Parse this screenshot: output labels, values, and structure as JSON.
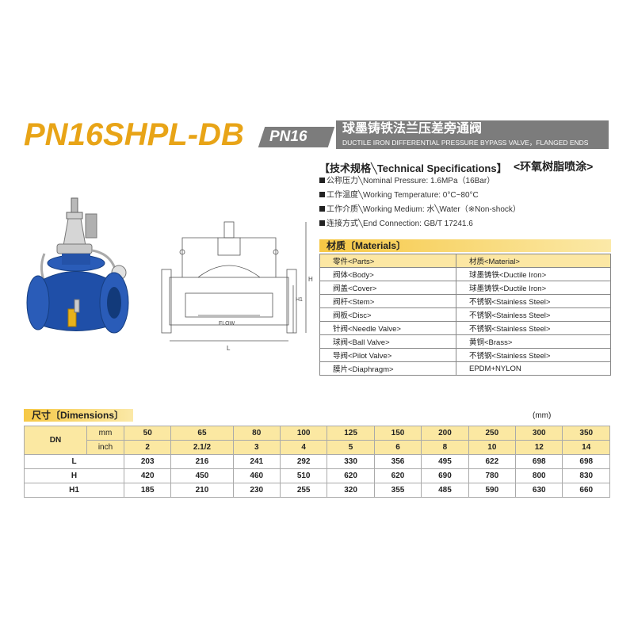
{
  "header": {
    "model": "PN16SHPL-DB",
    "pressure_tag": "PN16",
    "title_cn": "球墨铸铁法兰压差旁通阀",
    "title_en": "DUCTILE IRON  DIFFERENTIAL PRESSURE BYPASS VALVE，FLANGED ENDS"
  },
  "specs": {
    "heading": "【技术规格╲Technical Specifications】",
    "coating": "<环氧树脂喷涂>",
    "lines": [
      "公称压力╲Nominal Pressure: 1.6MPa（16Bar）",
      "工作温度╲Working Temperature: 0°C~80°C",
      "工作介质╲Working Medium: 水╲Water（※Non-shock）",
      "连接方式╲End Connection: GB/T 17241.6"
    ]
  },
  "drawing": {
    "flow_label": "FLOW",
    "dim_L": "L",
    "dim_H": "H",
    "dim_H1": "H1"
  },
  "materials": {
    "title": "材质〔Materials〕",
    "header": [
      "零件<Parts>",
      "材质<Material>"
    ],
    "rows": [
      [
        "阀体<Body>",
        "球墨铸铁<Ductile Iron>"
      ],
      [
        "阀盖<Cover>",
        "球墨铸铁<Ductile Iron>"
      ],
      [
        "阀杆<Stem>",
        "不锈钢<Stainless Steel>"
      ],
      [
        "阀板<Disc>",
        "不锈钢<Stainless Steel>"
      ],
      [
        "针阀<Needle Valve>",
        "不锈钢<Stainless Steel>"
      ],
      [
        "球阀<Ball Valve>",
        "黄铜<Brass>"
      ],
      [
        "导阀<Pilot Valve>",
        "不锈钢<Stainless Steel>"
      ],
      [
        "膜片<Diaphragm>",
        "EPDM+NYLON"
      ]
    ]
  },
  "dimensions": {
    "title": "尺寸〔Dimensions〕",
    "unit": "(mm)",
    "dn_label": "DN",
    "mm_label": "mm",
    "inch_label": "inch",
    "mm": [
      "50",
      "65",
      "80",
      "100",
      "125",
      "150",
      "200",
      "250",
      "300",
      "350"
    ],
    "inch": [
      "2",
      "2.1/2",
      "3",
      "4",
      "5",
      "6",
      "8",
      "10",
      "12",
      "14"
    ],
    "rows": [
      {
        "label": "L",
        "values": [
          "203",
          "216",
          "241",
          "292",
          "330",
          "356",
          "495",
          "622",
          "698",
          "698"
        ]
      },
      {
        "label": "H",
        "values": [
          "420",
          "450",
          "460",
          "510",
          "620",
          "620",
          "690",
          "780",
          "800",
          "830"
        ]
      },
      {
        "label": "H1",
        "values": [
          "185",
          "210",
          "230",
          "255",
          "320",
          "355",
          "485",
          "590",
          "630",
          "660"
        ]
      }
    ]
  },
  "colors": {
    "accent": "#e8a417",
    "valve_blue": "#1f4fa8",
    "header_gray": "#7c7c7c",
    "table_header": "#fbe8a2"
  }
}
